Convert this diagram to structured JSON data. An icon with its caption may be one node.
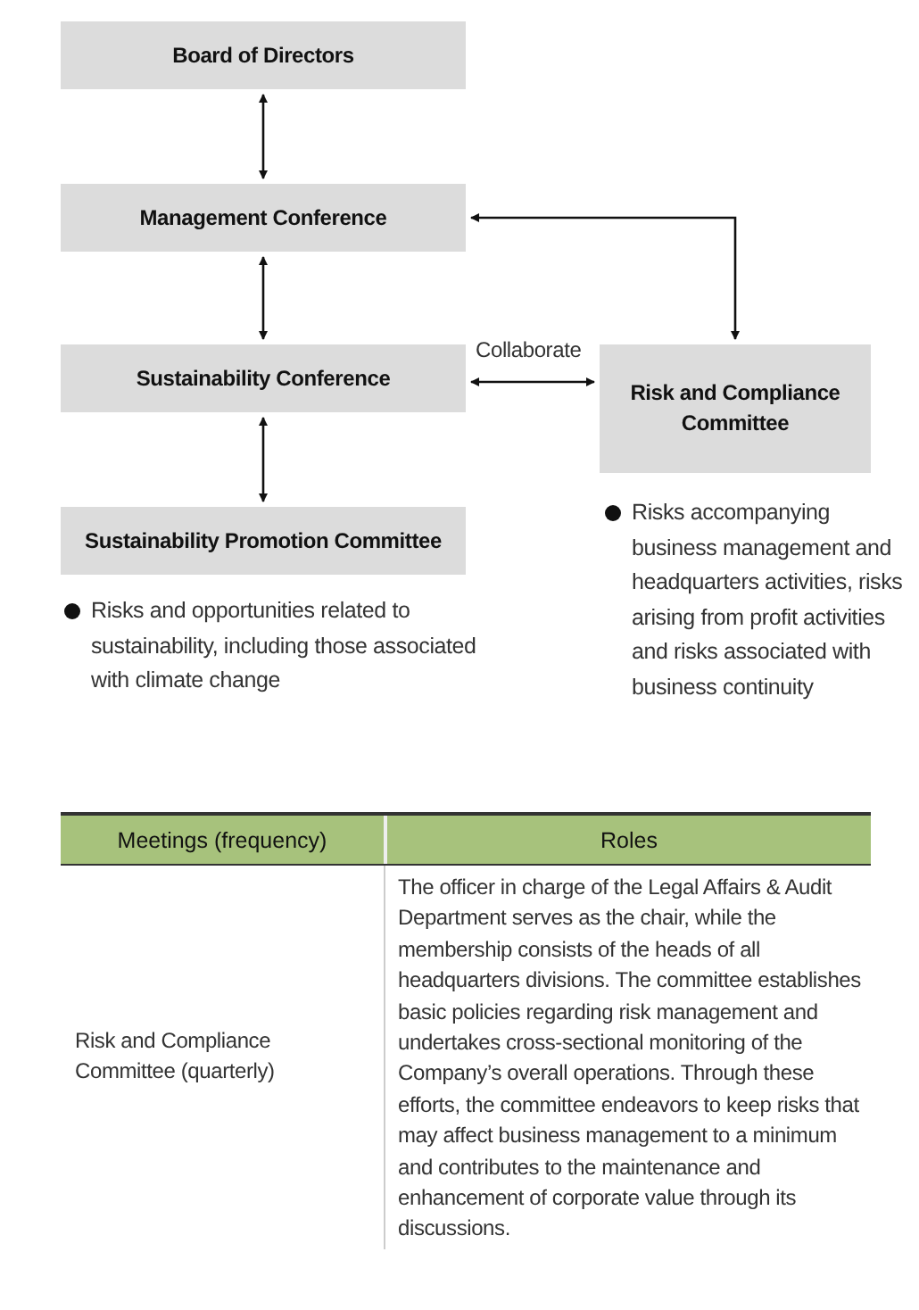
{
  "diagram": {
    "nodes": [
      {
        "text": [
          "Board of Directors"
        ]
      },
      {
        "text": [
          "Management Conference"
        ]
      },
      {
        "text": [
          "Sustainability Conference"
        ]
      },
      {
        "text": [
          "Risk and Compliance Committee"
        ],
        "beside": [
          "Risks accompanying business management and headquarters activities, risks arising from profit activities and risks associated with business continuity"
        ]
      },
      {
        "text": [
          "Sustainability Promotion Committee"
        ],
        "beside": [
          "Risks and opportunities related to sustainability, including those associated with climate change"
        ]
      }
    ],
    "edges": [
      {
        "from": 0,
        "to": 1,
        "arrow": "both"
      },
      {
        "from": 1,
        "to": 2,
        "arrow": "both"
      },
      {
        "from": 1,
        "to": 3,
        "arrow": "both"
      },
      {
        "from": 2,
        "to": 3,
        "arrow": "both",
        "label": "Collaborate"
      },
      {
        "from": 2,
        "to": 4,
        "arrow": "both"
      }
    ],
    "labels": [
      "Meetings (frequency)",
      "Roles",
      "Risk and Compliance Committee (quarterly)",
      "The officer in charge of the Legal Affairs & Audit Department serves as the chair, while the membership consists of the heads of all headquarters divisions. The committee establishes basic policies regarding risk management and undertakes cross-sectional monitoring of the Company’s overall operations. Through these efforts, the committee endeavors to keep risks that may affect business management to a minimum and contributes to the maintenance and enhancement of corporate value through its discussions."
    ]
  }
}
